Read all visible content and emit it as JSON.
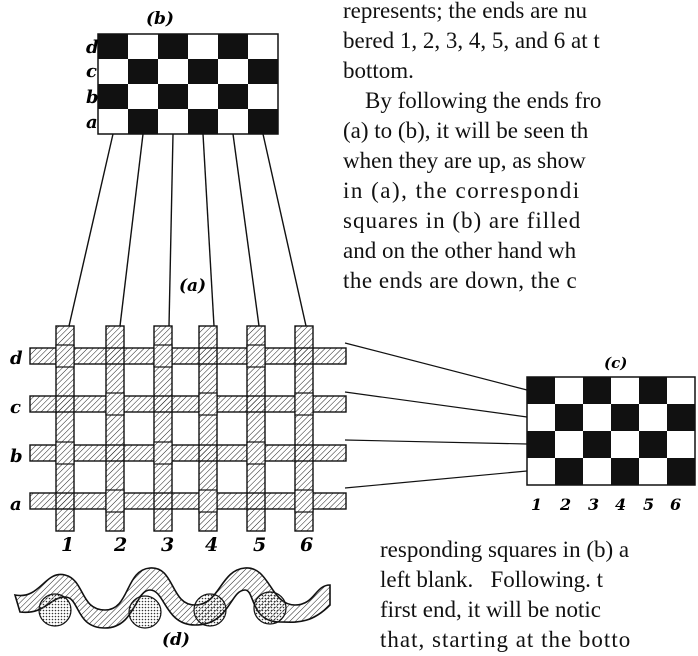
{
  "figure": {
    "weave_grid": [
      [
        1,
        0,
        1,
        0,
        1,
        0
      ],
      [
        0,
        1,
        0,
        1,
        0,
        1
      ],
      [
        1,
        0,
        1,
        0,
        1,
        0
      ],
      [
        0,
        1,
        0,
        1,
        0,
        1
      ]
    ],
    "labels": {
      "b": "(b)",
      "a": "(a)",
      "c": "(c)",
      "d": "(d)"
    },
    "row_labels_b": [
      "d",
      "c",
      "b",
      "a"
    ],
    "row_labels_a": [
      "d",
      "c",
      "b",
      "a"
    ],
    "end_numbers_a": [
      "1",
      "2",
      "3",
      "4",
      "5",
      "6"
    ],
    "end_numbers_c": [
      "1",
      "2",
      "3",
      "4",
      "5",
      "6"
    ],
    "colors": {
      "ink": "#111111",
      "paper": "#ffffff"
    }
  },
  "text": {
    "top_lines": [
      "represents; the ends are nu",
      "bered 1, 2, 3, 4, 5, and 6 at t",
      "bottom.",
      "By following the ends fro",
      "(a) to (b), it will be seen th",
      "when they are up, as show",
      "in (a), the correspondi",
      "squares in (b) are filled",
      "and on the other hand wh",
      "the ends are down, the c"
    ],
    "bottom_lines": [
      "responding squares in (b) a",
      "left blank.   Following. t",
      "first end, it will be notic",
      "that, starting at the botto"
    ]
  }
}
